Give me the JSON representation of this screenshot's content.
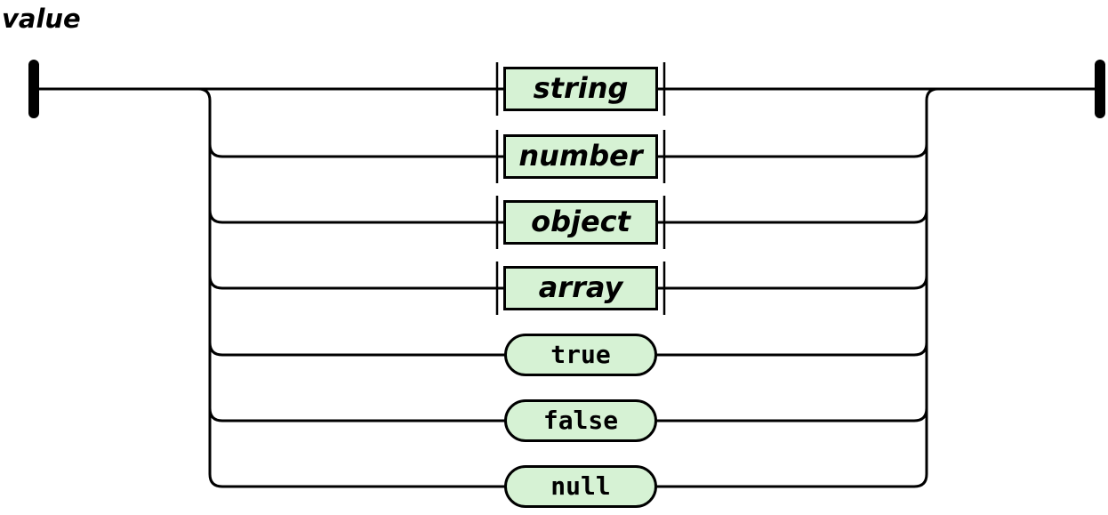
{
  "title": "value",
  "nodes": [
    {
      "label": "string",
      "kind": "nonterminal"
    },
    {
      "label": "number",
      "kind": "nonterminal"
    },
    {
      "label": "object",
      "kind": "nonterminal"
    },
    {
      "label": "array",
      "kind": "nonterminal"
    },
    {
      "label": "true",
      "kind": "terminal"
    },
    {
      "label": "false",
      "kind": "terminal"
    },
    {
      "label": "null",
      "kind": "terminal"
    }
  ],
  "colors": {
    "background": "#ffffff",
    "line": "#000000",
    "node_fill": "#d6f2d4",
    "text": "#000000"
  }
}
